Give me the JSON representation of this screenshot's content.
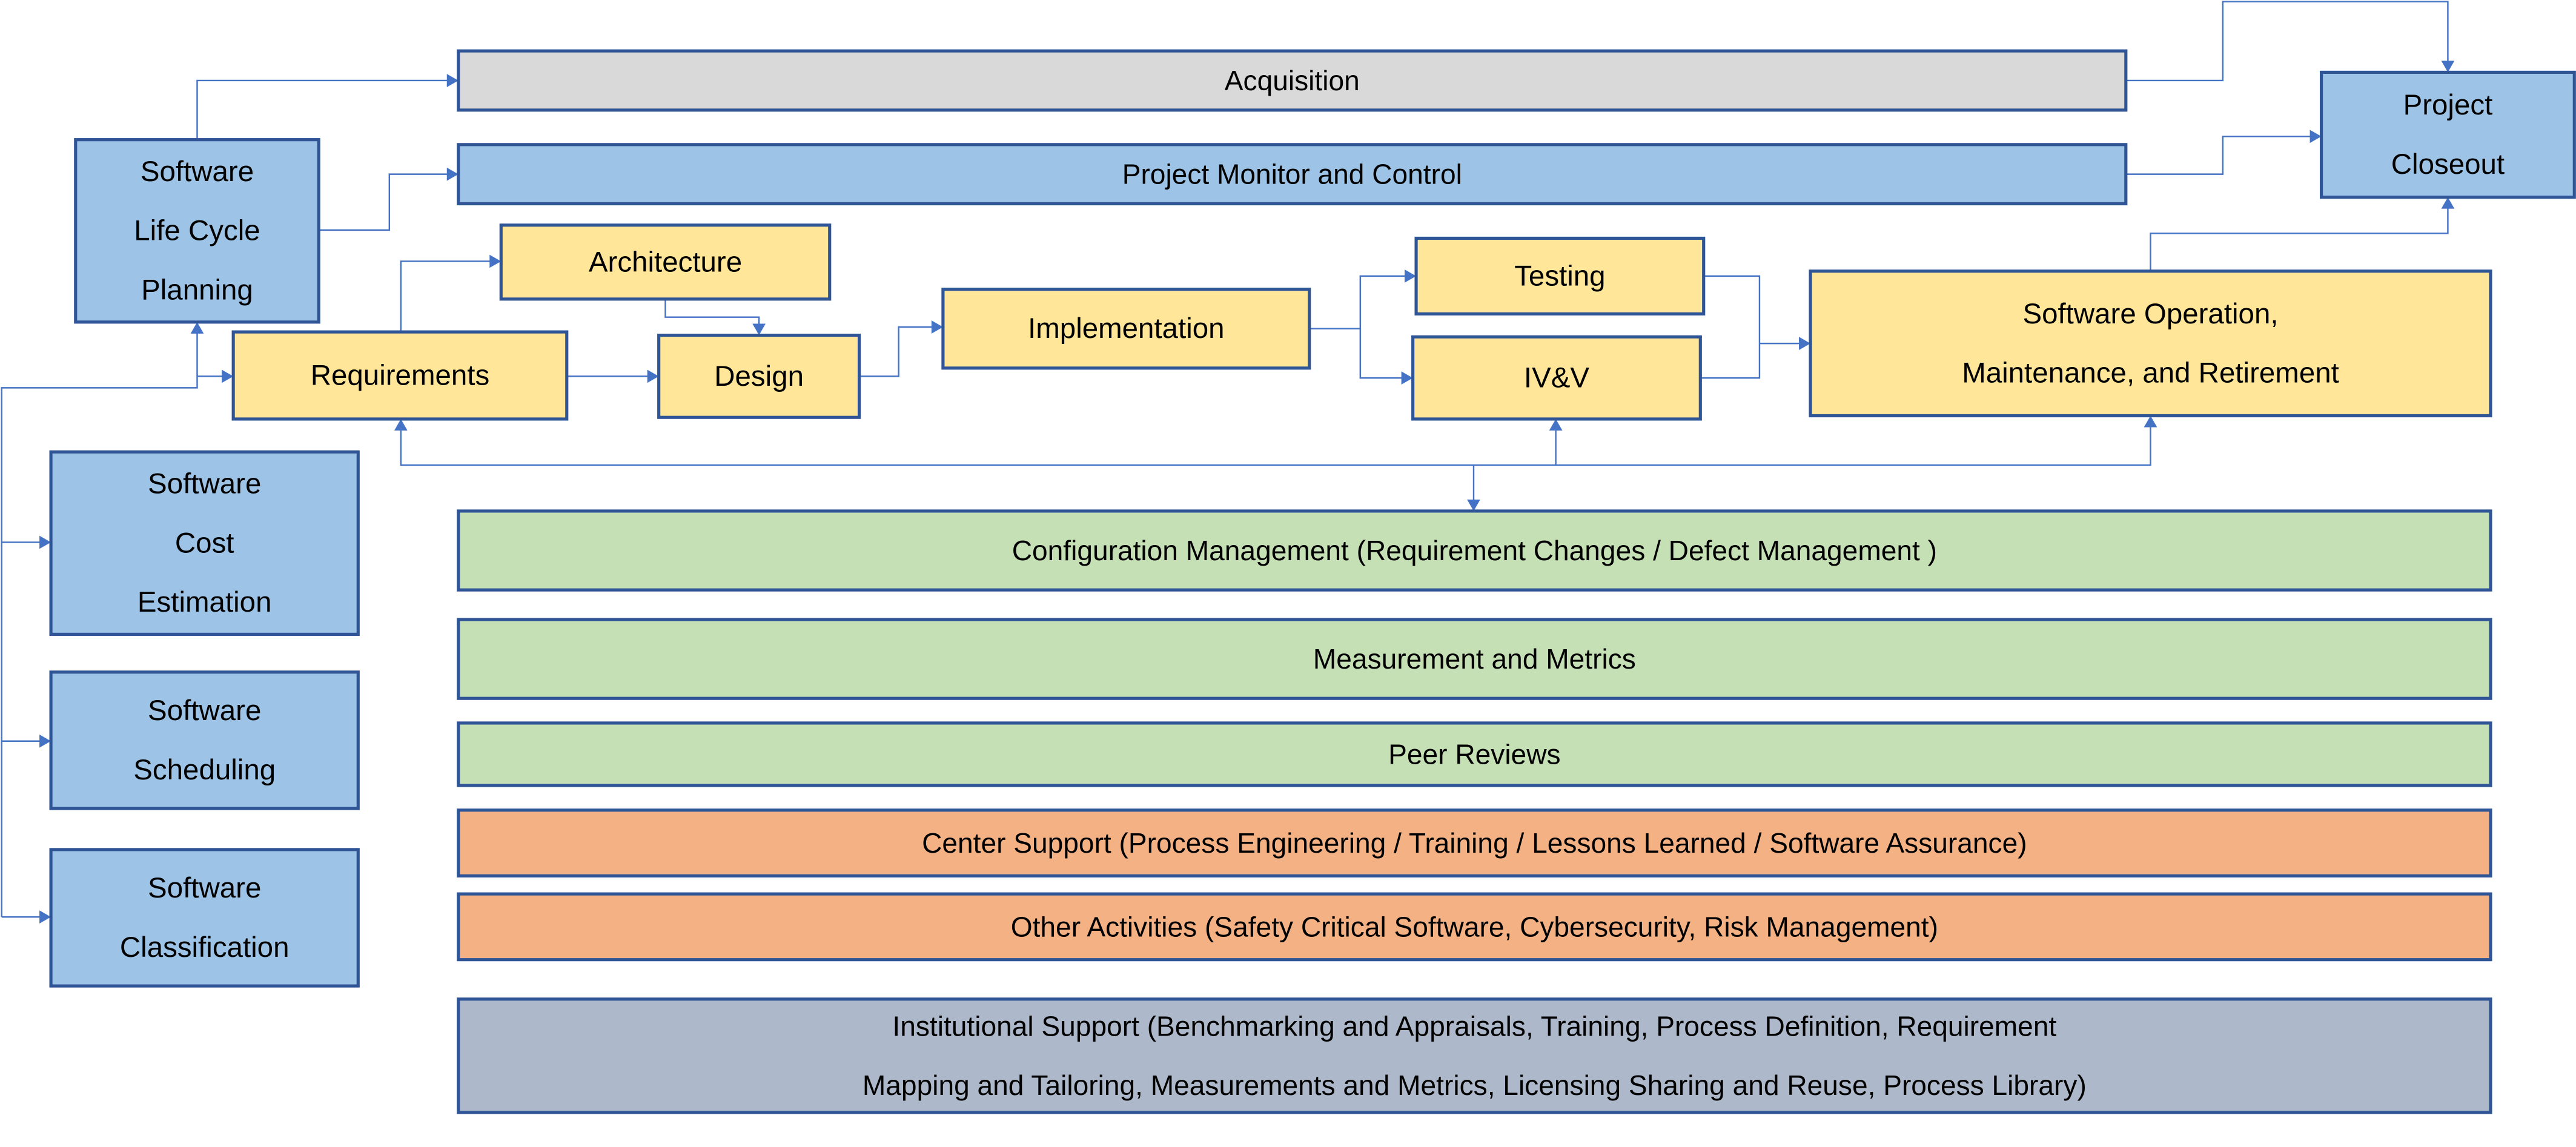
{
  "diagram": {
    "type": "process-flow",
    "colors": {
      "border": "#2F5597",
      "connector": "#4472C4",
      "planning_blue": "#9DC3E6",
      "acquisition_gray": "#D9D9D9",
      "lifecycle_yellow": "#FFE699",
      "support_green": "#C5E0B4",
      "center_orange": "#F4B183",
      "institutional_slate": "#ADB9CA"
    },
    "nodes": {
      "acquisition": {
        "lines": [
          "Acquisition"
        ],
        "color": "#D9D9D9"
      },
      "project_monitor": {
        "lines": [
          "Project Monitor and Control"
        ],
        "color": "#9DC3E6"
      },
      "life_cycle_planning": {
        "lines": [
          "Software",
          "Life Cycle",
          "Planning"
        ],
        "color": "#9DC3E6"
      },
      "project_closeout": {
        "lines": [
          "Project",
          "Closeout"
        ],
        "color": "#9DC3E6"
      },
      "architecture": {
        "lines": [
          "Architecture"
        ],
        "color": "#FFE699"
      },
      "requirements": {
        "lines": [
          "Requirements"
        ],
        "color": "#FFE699"
      },
      "design": {
        "lines": [
          "Design"
        ],
        "color": "#FFE699"
      },
      "implementation": {
        "lines": [
          "Implementation"
        ],
        "color": "#FFE699"
      },
      "testing": {
        "lines": [
          "Testing"
        ],
        "color": "#FFE699"
      },
      "ivv": {
        "lines": [
          "IV&V"
        ],
        "color": "#FFE699"
      },
      "operation": {
        "lines": [
          "Software Operation,",
          "Maintenance, and Retirement"
        ],
        "color": "#FFE699"
      },
      "cost_estimation": {
        "lines": [
          "Software",
          "Cost",
          "Estimation"
        ],
        "color": "#9DC3E6"
      },
      "scheduling": {
        "lines": [
          "Software",
          "Scheduling"
        ],
        "color": "#9DC3E6"
      },
      "classification": {
        "lines": [
          "Software",
          "Classification"
        ],
        "color": "#9DC3E6"
      },
      "config_mgmt": {
        "lines": [
          "Configuration Management (Requirement Changes / Defect Management )"
        ],
        "color": "#C5E0B4"
      },
      "measurement": {
        "lines": [
          "Measurement and Metrics"
        ],
        "color": "#C5E0B4"
      },
      "peer_reviews": {
        "lines": [
          "Peer Reviews"
        ],
        "color": "#C5E0B4"
      },
      "center_support": {
        "lines": [
          "Center Support (Process Engineering / Training / Lessons Learned / Software Assurance)"
        ],
        "color": "#F4B183"
      },
      "other_activities": {
        "lines": [
          "Other Activities (Safety Critical Software, Cybersecurity, Risk Management)"
        ],
        "color": "#F4B183"
      },
      "institutional_support": {
        "lines": [
          "Institutional Support (Benchmarking and Appraisals, Training, Process Definition, Requirement",
          "Mapping and Tailoring, Measurements and Metrics, Licensing Sharing and Reuse, Process Library)"
        ],
        "color": "#ADB9CA"
      }
    },
    "edges": [
      {
        "from": "life_cycle_planning",
        "to": "acquisition"
      },
      {
        "from": "life_cycle_planning",
        "to": "project_monitor"
      },
      {
        "from": "acquisition",
        "to": "project_closeout"
      },
      {
        "from": "project_monitor",
        "to": "project_closeout"
      },
      {
        "from": "operation",
        "to": "project_closeout"
      },
      {
        "from": "left-bus",
        "to": "life_cycle_planning"
      },
      {
        "from": "left-bus",
        "to": "requirements"
      },
      {
        "from": "left-bus",
        "to": "cost_estimation"
      },
      {
        "from": "left-bus",
        "to": "scheduling"
      },
      {
        "from": "left-bus",
        "to": "classification"
      },
      {
        "from": "requirements",
        "to": "architecture"
      },
      {
        "from": "architecture",
        "to": "design"
      },
      {
        "from": "requirements",
        "to": "design"
      },
      {
        "from": "design",
        "to": "implementation"
      },
      {
        "from": "implementation",
        "to": "testing"
      },
      {
        "from": "implementation",
        "to": "ivv"
      },
      {
        "from": "testing",
        "to": "operation"
      },
      {
        "from": "ivv",
        "to": "operation"
      },
      {
        "from": "feedback-bus",
        "to": "requirements"
      },
      {
        "from": "feedback-bus",
        "to": "ivv"
      },
      {
        "from": "feedback-bus",
        "to": "operation"
      },
      {
        "from": "feedback-bus",
        "to": "config_mgmt"
      }
    ]
  }
}
